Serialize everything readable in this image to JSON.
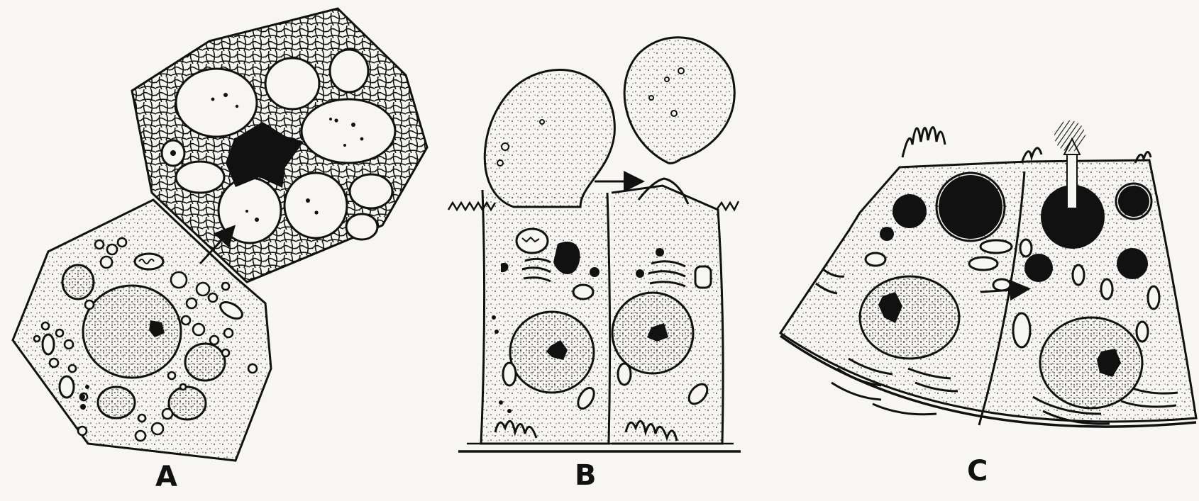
{
  "figure": {
    "panels": [
      {
        "id": "A",
        "label": "A"
      },
      {
        "id": "B",
        "label": "B"
      },
      {
        "id": "C",
        "label": "C"
      }
    ],
    "colors": {
      "ink": "#111111",
      "paper": "#f7f6f2"
    }
  }
}
